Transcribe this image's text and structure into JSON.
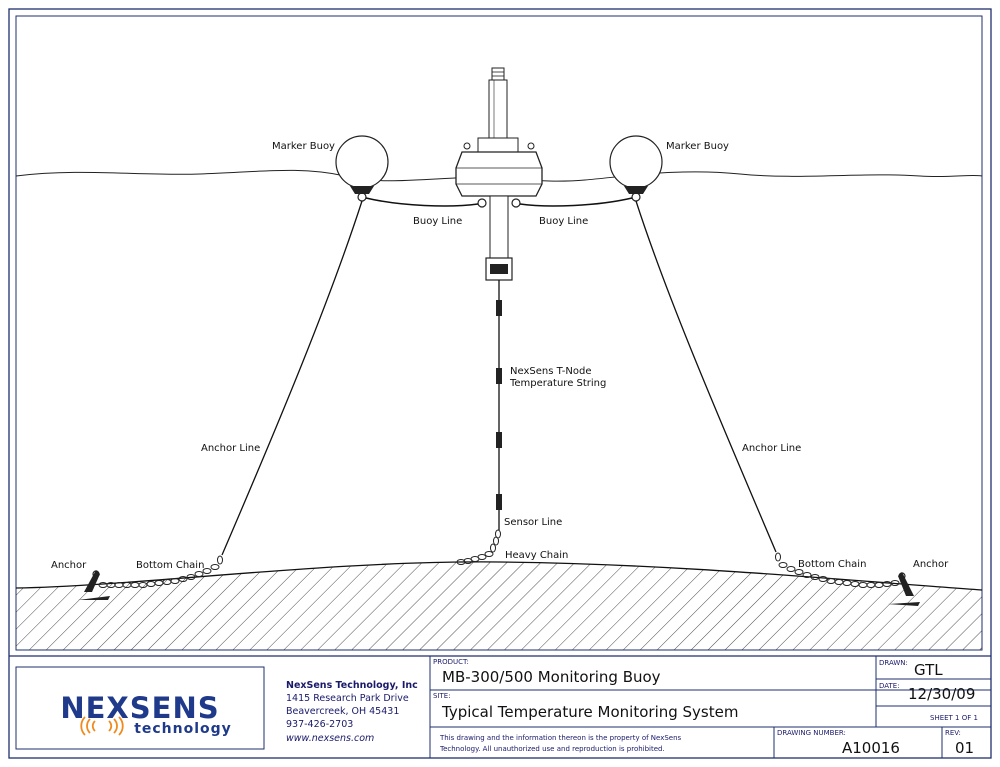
{
  "labels": {
    "marker_buoy_left": "Marker Buoy",
    "marker_buoy_right": "Marker Buoy",
    "buoy_line_left": "Buoy Line",
    "buoy_line_right": "Buoy Line",
    "tnode_line1": "NexSens T-Node",
    "tnode_line2": "Temperature String",
    "anchor_line_left": "Anchor Line",
    "anchor_line_right": "Anchor Line",
    "sensor_line": "Sensor Line",
    "heavy_chain": "Heavy Chain",
    "anchor_left": "Anchor",
    "anchor_right": "Anchor",
    "bottom_chain_left": "Bottom Chain",
    "bottom_chain_right": "Bottom Chain"
  },
  "title_block": {
    "logo_top": "NEXSENS",
    "logo_bottom": "technology",
    "company": "NexSens Technology, Inc",
    "address1": "1415 Research Park Drive",
    "address2": "Beavercreek, OH 45431",
    "phone": "937-426-2703",
    "website": "www.nexsens.com",
    "product_label": "PRODUCT:",
    "product_value": "MB-300/500 Monitoring Buoy",
    "site_label": "SITE:",
    "site_value": "Typical Temperature Monitoring System",
    "notice_line1": "This drawing and the information thereon is the property of NexSens",
    "notice_line2": "Technology. All unauthorized use and reproduction is prohibited.",
    "drawn_label": "DRAWN:",
    "drawn_value": "GTL",
    "date_label": "DATE:",
    "date_value": "12/30/09",
    "sheet": "SHEET 1 OF 1",
    "drawing_number_label": "DRAWING NUMBER:",
    "drawing_number_value": "A10016",
    "rev_label": "REV:",
    "rev_value": "01"
  },
  "colors": {
    "border": "#1f2f6e",
    "logo_blue": "#1f3a8a",
    "logo_orange": "#f08a1c"
  }
}
